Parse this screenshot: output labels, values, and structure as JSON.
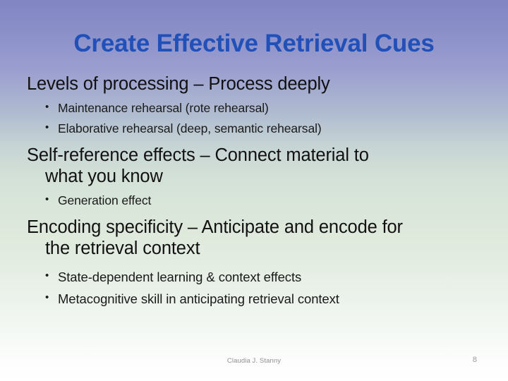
{
  "slide": {
    "title": "Create Effective Retrieval Cues",
    "title_color": "#2050b8",
    "background": {
      "type": "vertical-gradient",
      "top_color": "#8186c4",
      "mid_color": "#c5d3d4",
      "green_color": "#d8e5d9",
      "bottom_color": "#ffffff"
    },
    "bullet_glyph": "•",
    "content": [
      {
        "level": 1,
        "text": "Levels of processing – Process deeply"
      },
      {
        "level": 2,
        "text": "Maintenance rehearsal (rote rehearsal)"
      },
      {
        "level": 2,
        "text": "Elaborative rehearsal (deep, semantic rehearsal)"
      },
      {
        "level": 1,
        "text": "Self-reference effects – Connect material to",
        "continuation": "what you know"
      },
      {
        "level": 2,
        "text": "Generation effect"
      },
      {
        "level": 1,
        "text": "Encoding specificity – Anticipate and encode for",
        "continuation": "the retrieval context"
      },
      {
        "level": 2,
        "text": "State-dependent learning & context effects"
      },
      {
        "level": 2,
        "text": "Metacognitive skill in anticipating retrieval context"
      }
    ],
    "footer": {
      "author": "Claudia J. Stanny",
      "page_number": "8"
    }
  }
}
